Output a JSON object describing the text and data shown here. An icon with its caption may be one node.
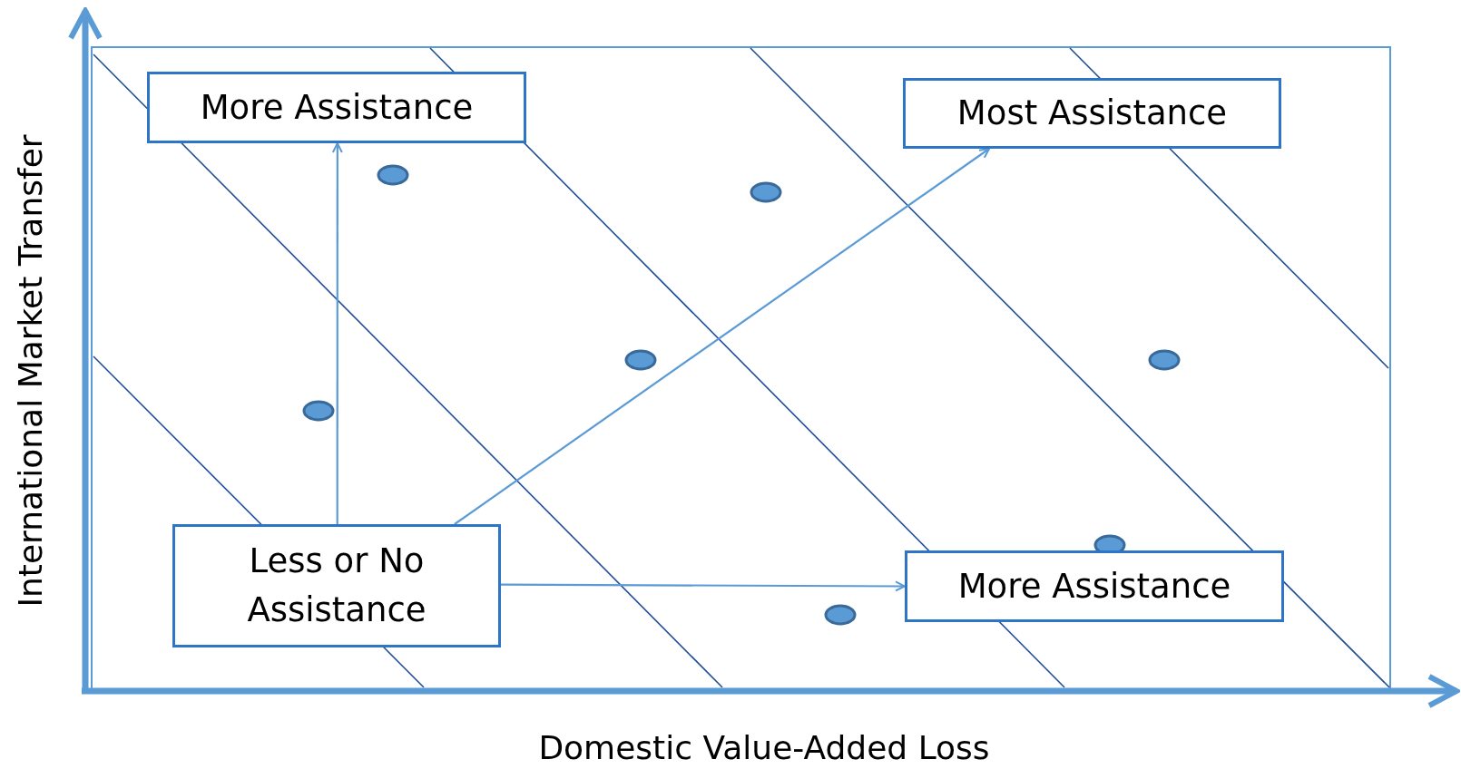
{
  "diagram": {
    "nodes": [
      {
        "text": [
          "More Assistance"
        ]
      },
      {
        "text": [
          "Most Assistance"
        ]
      },
      {
        "text": [
          "Less or No Assistance"
        ]
      },
      {
        "text": [
          "More Assistance"
        ]
      }
    ],
    "edges": [
      {
        "from": 2,
        "to": 0,
        "arrow": "to"
      },
      {
        "from": 2,
        "to": 1,
        "arrow": "to"
      },
      {
        "from": 2,
        "to": 3,
        "arrow": "to"
      }
    ],
    "labels": [
      "International Market Transfer",
      "Domestic Value-Added Loss"
    ]
  }
}
